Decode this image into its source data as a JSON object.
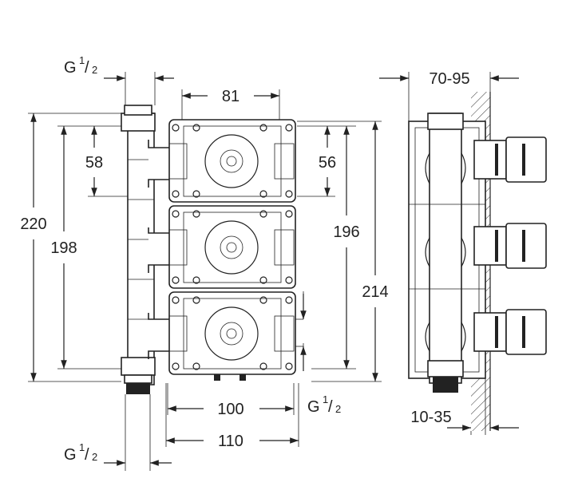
{
  "dimensions": {
    "pipe_top": "G 1/2",
    "width_81": "81",
    "depth_range": "70-95",
    "h58": "58",
    "h56": "56",
    "h220": "220",
    "h198": "198",
    "h196": "196",
    "h214": "214",
    "w100": "100",
    "w110": "110",
    "pipe_right": "G 1/2",
    "pipe_bottom": "G 1/2",
    "wall_range": "10-35"
  },
  "fraction": {
    "g": "G",
    "num": "1",
    "slash": "/",
    "den": "2"
  }
}
